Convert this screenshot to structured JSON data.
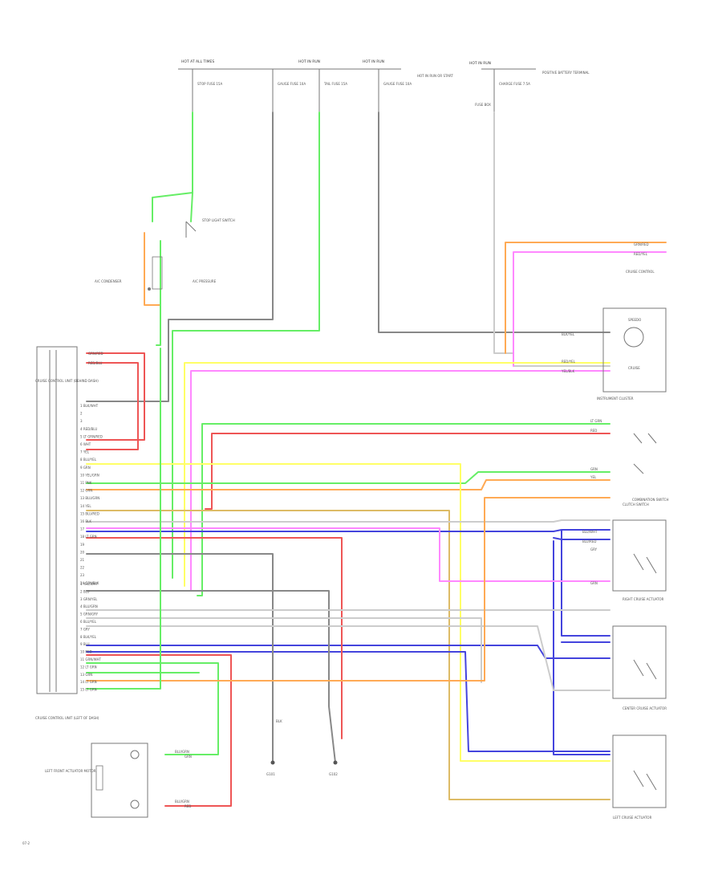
{
  "colors": {
    "green": "#66ee66",
    "red": "#ee5555",
    "blue": "#4444dd",
    "yellow": "#ffff66",
    "pink": "#ff88ff",
    "orange": "#ffaa55",
    "tan": "#ddbb66",
    "gray": "#888888",
    "black": "#555555",
    "ltgray": "#cccccc"
  },
  "labels": {
    "fuse_a": "HOT AT ALL TIMES",
    "fuse_b": "HOT IN RUN",
    "fuse_c": "HOT IN RUN",
    "fuse_d": "HOT IN RUN OR START",
    "fuse_e": "HOT IN RUN",
    "fuse_a_sub": "STOP FUSE 15A",
    "fuse_b_sub": "GAUGE FUSE 10A",
    "fuse_b2_sub": "TAIL FUSE 15A",
    "fuse_c_sub": "GAUGE FUSE 10A",
    "fuse_d_sub": "FUSE BOX",
    "fuse_e_sub": "CHARGE FUSE 7.5A",
    "fuse_e2_sub": "POSITIVE BATTERY TERMINAL",
    "brake_switch": "STOP LIGHT SWITCH",
    "ac_cond": "A/C CONDENSER",
    "ac_sw": "A/C PRESSURE",
    "combo_switch": "COMBINATION SWITCH",
    "cruise_ctrl": "CRUISE CONTROL",
    "inst_cluster": "INSTRUMENT CLUSTER",
    "speedo": "SPEEDO",
    "cruise_ind": "CRUISE",
    "main_unit_top": "CRUISE CONTROL UNIT (BEHIND DASH)",
    "main_unit_bottom": "CRUISE CONTROL UNIT (LEFT OF DASH)",
    "relay_1": "CLUTCH SWITCH",
    "relay_2": "RIGHT CRUISE ACTUATOR",
    "relay_3": "CENTER CRUISE ACTUATOR",
    "relay_4": "LEFT CRUISE ACTUATOR",
    "gnd_1": "G101",
    "gnd_2": "G102",
    "motor_lbl": "LEFT FRONT ACTUATOR MOTOR",
    "page_code": "07-2"
  },
  "connector_top_pins": [
    "GRN/RED",
    "RED/BLU"
  ],
  "connector_pins": [
    "1 BLK/WHT",
    "2",
    "3",
    "4 RED/BLU",
    "5 LT GRN/RED",
    "6 WHT",
    "7 YEL",
    "8 BLU/YEL",
    "9 GRN",
    "10 YEL/GRN",
    "11 PNK",
    "12 GRN",
    "13 BLU/GRN",
    "14 YEL",
    "15 BLU/RED",
    "16 BLK",
    "17",
    "18 LT GRN",
    "19",
    "20",
    "21",
    "22",
    "23",
    "24 GRY/BLK"
  ],
  "connector_pins_lower": [
    "1 YEL/WHT",
    "2 BLU",
    "3 GRN/YEL",
    "4 BLU/GRN",
    "5 GRN/GRY",
    "6 BLU/YEL",
    "7 GRY",
    "8 BLK/YEL",
    "9 BLU",
    "10 RED",
    "11 GRN/WHT",
    "12 LT GRN",
    "13 GRN",
    "14 LT GRN",
    "15 LT GRN"
  ],
  "wire_labels": {
    "cluster_1": "BLK/YEL",
    "cluster_2": "RED/YEL",
    "cluster_3": "YEL/BLK",
    "cluster_top_1": "GRN/RED",
    "cluster_top_2": "RED/YEL",
    "sw_1": "LT GRN",
    "sw_2": "RED",
    "sw_3": "GRN",
    "sw_4": "YEL",
    "rel_a": "BLU/WHT",
    "rel_b": "BLU/RED",
    "rel_c": "GRY",
    "rel_d": "GRN",
    "motor_1": "BLU/GRN",
    "motor_2": "BLU/GRN",
    "motor_3": "GRN",
    "motor_4": "RED",
    "gnd_wire": "BLK"
  }
}
